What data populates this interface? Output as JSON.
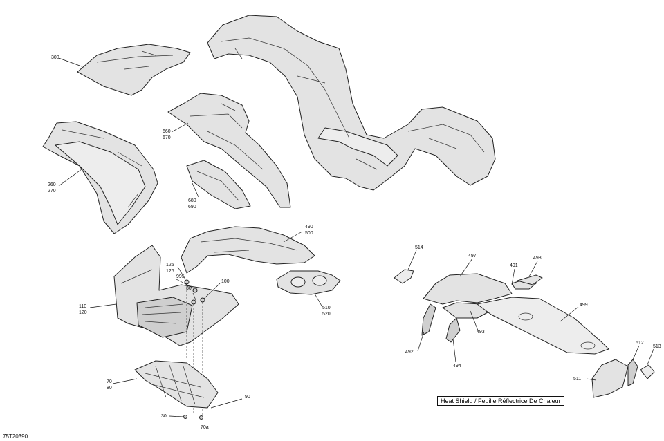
{
  "labels": {
    "l300": "300",
    "l660": "660",
    "l670": "670",
    "l260": "260",
    "l270": "270",
    "l680": "680",
    "l690": "690",
    "l490": "490",
    "l500": "500",
    "l125": "125",
    "l126": "126",
    "l995": "995",
    "l30a": "30",
    "l100": "100",
    "l110": "110",
    "l120": "120",
    "l510": "510",
    "l520": "520",
    "l70": "70",
    "l80": "80",
    "l90": "90",
    "l30b": "30",
    "l70a": "70a",
    "l514": "514",
    "l497": "497",
    "l491": "491",
    "l498": "498",
    "l499": "499",
    "l493": "493",
    "l492": "492",
    "l494": "494",
    "l512": "512",
    "l513": "513",
    "l511": "511"
  },
  "caption": "Heat Shield / Feuille Réflectrice De Chaleur",
  "diagram_ref": "75T20390"
}
